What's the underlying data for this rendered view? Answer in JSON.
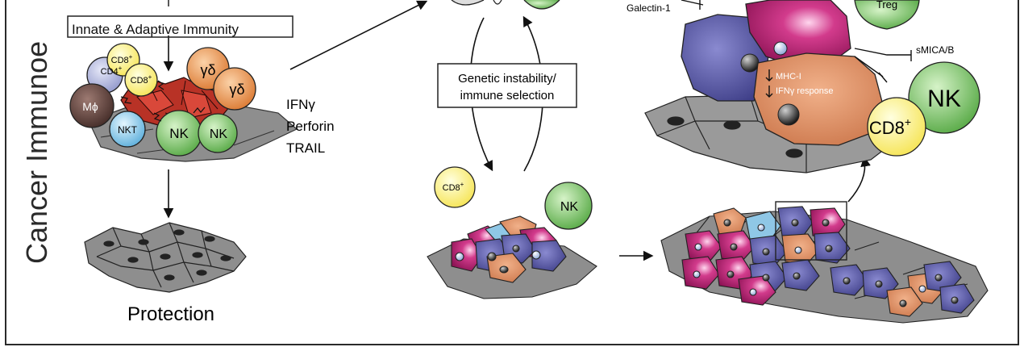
{
  "figure": {
    "side_title": "Cancer Immunoe",
    "box_innate": "Innate & Adaptive Immunity",
    "box_genetic_line1": "Genetic instability/",
    "box_genetic_line2": "immune selection",
    "effector_molecules": [
      "IFNγ",
      "Perforin",
      "TRAIL"
    ],
    "outcome": "Protection",
    "elimination_cells": {
      "cd8_a": "CD8",
      "cd8_b": "CD8",
      "cd4": "CD4",
      "mphi": "Mϕ",
      "nkt": "NKT",
      "nk_a": "NK",
      "nk_b": "NK",
      "gd_a": "γδ",
      "gd_b": "γδ",
      "superscript": "+"
    },
    "equilibrium_cells": {
      "cd8": "CD8",
      "nk": "NK",
      "superscript": "+"
    },
    "escape": {
      "galectin": "Galectin-1",
      "treg": "Treg",
      "smica": "sMICA/B",
      "mhc": "MHC-I",
      "ifn_response": "IFNγ response",
      "nk": "NK",
      "cd8": "CD8",
      "superscript": "+"
    },
    "colors": {
      "stroma": "#9a9a9a",
      "tumor_red": "#b83226",
      "cd8_yellow": "#fff36a",
      "nk_green": "#6cc15a",
      "gd_orange": "#e38a3c",
      "mphi_brown": "#5a3a34",
      "nkt_blue": "#7cc6ee",
      "cd4_lilac": "#a8aed8",
      "magenta": "#c4247a",
      "purple": "#4a4aa0",
      "salmon": "#d9875c",
      "light_blue": "#8fc7e6"
    }
  }
}
